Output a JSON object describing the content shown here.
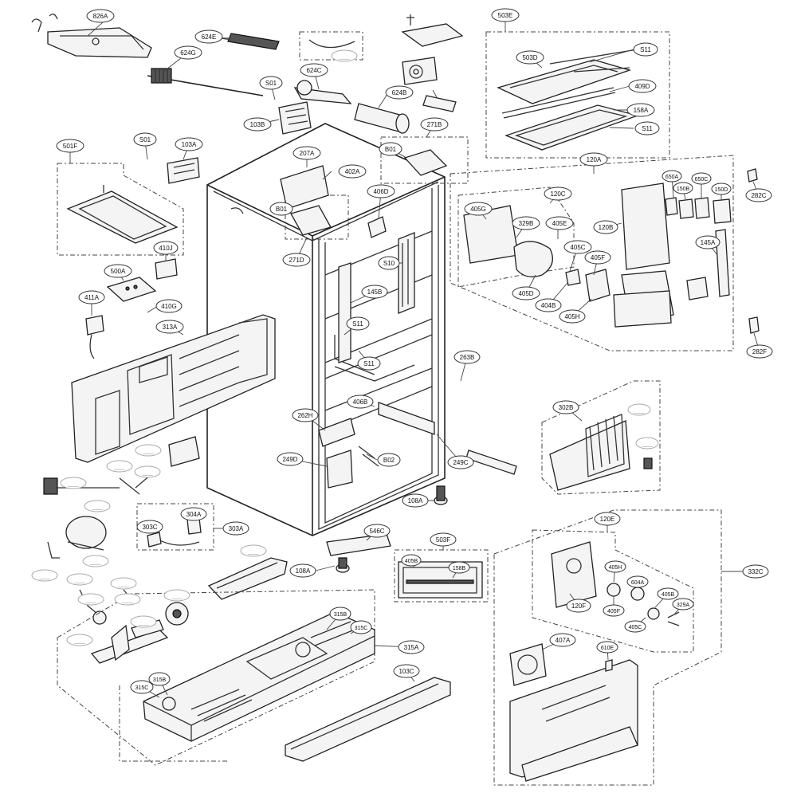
{
  "parts": {
    "p826A": "826A",
    "p624E": "624E",
    "p624G": "624G",
    "p624C": "624C",
    "p624B": "624B",
    "p501": "S01",
    "p103B": "103B",
    "p503E": "503E",
    "p503D": "503D",
    "p409D": "409D",
    "p158A": "158A",
    "pS11a": "S11",
    "pS11b": "S11",
    "p271B": "271B",
    "pB01a": "B01",
    "p207A": "207A",
    "p402A": "402A",
    "p406D": "406D",
    "pB01b": "B01",
    "p271D": "271D",
    "p501F": "501F",
    "pS01b": "S01",
    "p103A": "103A",
    "p410J": "410J",
    "p500A": "500A",
    "p411A": "411A",
    "p410G": "410G",
    "p313A": "313A",
    "p120A": "120A",
    "p120C": "120C",
    "p405G": "405G",
    "p329B": "329B",
    "p405E": "405E",
    "p120B": "120B",
    "p650A": "650A",
    "p150B": "150B",
    "p650C": "650C",
    "p150D": "150D",
    "p145A": "145A",
    "p282C": "282C",
    "p405C": "405C",
    "p405F": "405F",
    "p405D": "405D",
    "p404B": "404B",
    "p405H": "405H",
    "p282F": "282F",
    "pS10": "S10",
    "p145B": "145B",
    "pS11c": "S11",
    "pS11d": "S11",
    "p263B": "263B",
    "p406B": "406B",
    "p262H": "262H",
    "p249D": "249D",
    "pB02": "B02",
    "p249C": "249C",
    "p302B": "302B",
    "p108Aa": "108A",
    "p546C": "546C",
    "p304A": "304A",
    "p303C": "303C",
    "p303A": "303A",
    "p108Ab": "108A",
    "p503F": "503F",
    "p405B": "405B",
    "p158B": "158B",
    "p120E": "120E",
    "p332C": "332C",
    "p405Hb": "405H",
    "p604A": "604A",
    "p120F": "120F",
    "p405Fb": "405F",
    "p405Bb": "405B",
    "p329A": "329A",
    "p405Cb": "405C",
    "p407A": "407A",
    "p610E": "610E",
    "p315B": "315B",
    "p315C": "315C",
    "p315A": "315A",
    "p103C": "103C",
    "p315Cb": "315C",
    "p315Bb": "315B"
  },
  "faint": {
    "f1": "___",
    "f2": "___",
    "f3": "___",
    "f4": "___",
    "f5": "___",
    "f6": "___",
    "f7": "___",
    "f8": "___",
    "f9": "___",
    "f10": "___",
    "f11": "___",
    "f12": "___",
    "f13": "___",
    "f14": "___",
    "f15": "___",
    "f16": "___",
    "f17": "___",
    "f18": "___"
  }
}
